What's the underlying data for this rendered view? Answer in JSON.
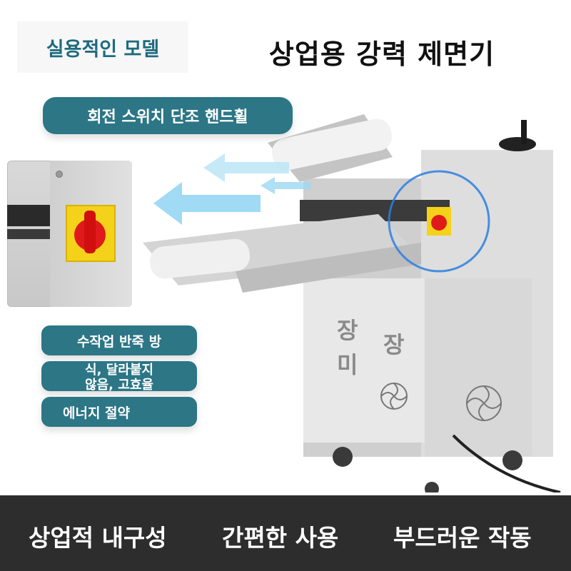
{
  "header": {
    "model_badge": "실용적인 모델",
    "title": "상업용 강력 제면기"
  },
  "callouts": {
    "switch_label": "회전 스위치 단조 핸드휠",
    "features": {
      "line1": "수작업 반죽 방",
      "line2a": "식, 달라붙지",
      "line2b": "않음, 고효율",
      "line3": "에너지 절약"
    }
  },
  "brand_text": [
    "장",
    "장",
    "미"
  ],
  "bottom": {
    "items": [
      "상업적 내구성",
      "간편한 사용",
      "부드러운 작동"
    ]
  },
  "colors": {
    "accent_teal": "#2c7686",
    "title_teal": "#1d6b7e",
    "bottom_bar": "#2d2d2d",
    "switch_red": "#e01a1a",
    "switch_yellow": "#f5d21a",
    "highlight_ring": "#2b7fe0"
  },
  "icons": [
    "rotary-switch-icon",
    "fan-vent-icon",
    "hand-wheel-icon",
    "direction-arrow-icon"
  ]
}
